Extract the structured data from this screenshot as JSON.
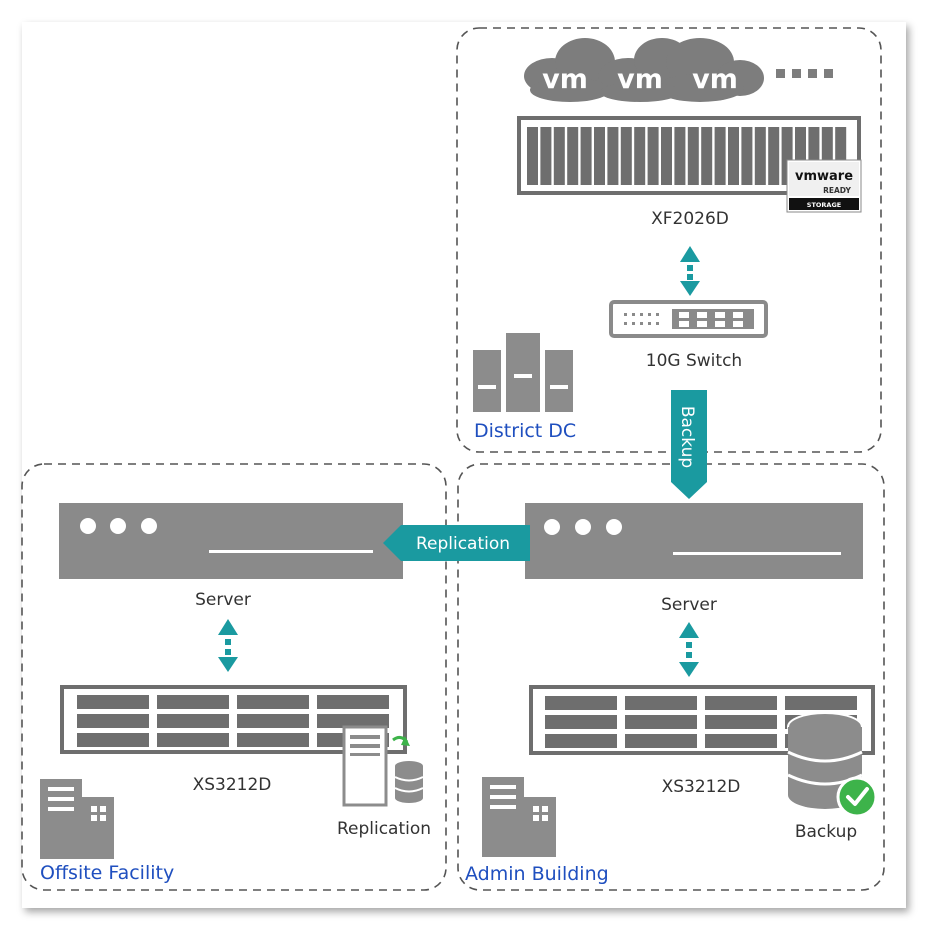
{
  "colors": {
    "device_gray": "#8a8a8a",
    "rack_dark": "#6e6e6e",
    "icon_gray": "#8c8c8c",
    "teal": "#1a9aa0",
    "label_text": "#333333",
    "zone_label": "#1f4fbf",
    "check_green": "#3db34a",
    "cloud_gray": "#7d7d7d",
    "dash_border": "#555555"
  },
  "zones": {
    "district": {
      "label": "District DC"
    },
    "offsite": {
      "label": "Offsite Facility"
    },
    "admin": {
      "label": "Admin Building"
    }
  },
  "cloud": {
    "vm_labels": [
      "vm",
      "vm",
      "vm"
    ],
    "more_icon": "dots-icon"
  },
  "vmware_badge": {
    "brand": "vmware",
    "line1": "READY",
    "line2": "STORAGE"
  },
  "devices": {
    "xf2026d": {
      "label": "XF2026D"
    },
    "switch": {
      "label": "10G Switch"
    },
    "server_left": {
      "label": "Server"
    },
    "server_right": {
      "label": "Server"
    },
    "xs_left": {
      "label": "XS3212D"
    },
    "xs_right": {
      "label": "XS3212D"
    }
  },
  "flows": {
    "backup": {
      "label": "Backup"
    },
    "replication": {
      "label": "Replication"
    }
  },
  "icons": {
    "replication_icon": {
      "label": "Replication"
    },
    "backup_icon": {
      "label": "Backup"
    },
    "datacenter": "datacenter-servers-icon",
    "building_left": "building-icon",
    "building_right": "building-icon"
  }
}
